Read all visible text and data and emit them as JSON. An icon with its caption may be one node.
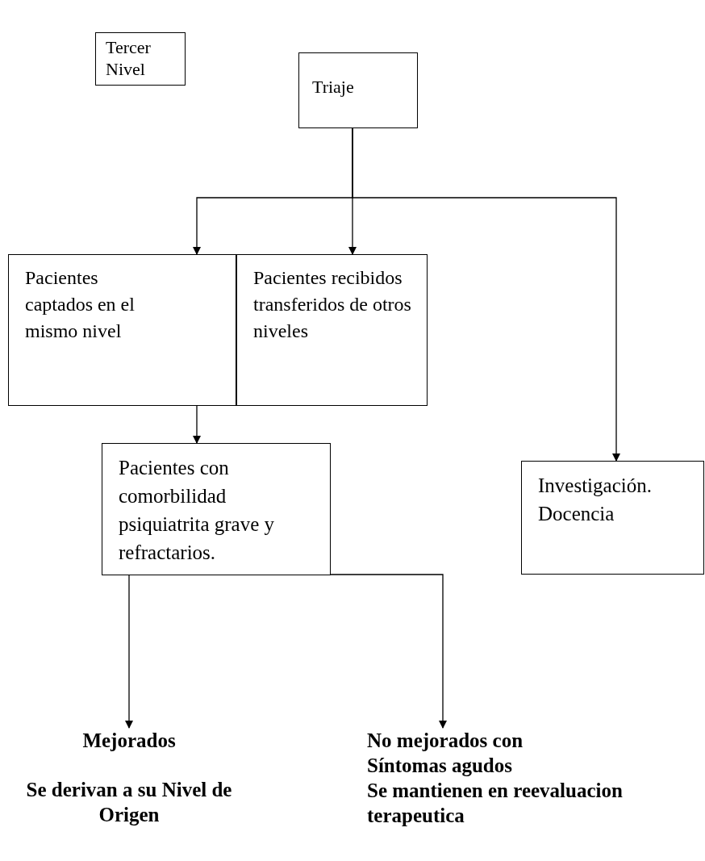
{
  "diagram": {
    "nodes": [
      {
        "text": [
          "Tercer Nivel"
        ]
      },
      {
        "text": [
          "Triaje"
        ]
      },
      {
        "text": [
          "Pacientes captados en el mismo nivel"
        ]
      },
      {
        "text": [
          "Pacientes recibidos transferidos de otros niveles"
        ]
      },
      {
        "text": [
          "Pacientes con comorbilidad psiquiatrita grave y refractarios."
        ]
      },
      {
        "text": [
          "Investigación. Docencia"
        ]
      },
      {
        "text": [
          "Mejorados",
          "Se derivan a su Nivel de Origen"
        ]
      },
      {
        "text": [
          "No mejorados con Síntomas agudos",
          "Se mantienen en reevaluacion terapeutica"
        ]
      }
    ],
    "edges": [
      {
        "from": 1,
        "to": 2,
        "arrow": "to"
      },
      {
        "from": 1,
        "to": 3,
        "arrow": "to"
      },
      {
        "from": 1,
        "to": 5,
        "arrow": "to"
      },
      {
        "from": 2,
        "to": 4,
        "arrow": "to"
      },
      {
        "from": 4,
        "to": 6,
        "arrow": "to"
      },
      {
        "from": 4,
        "to": 7,
        "arrow": "to"
      }
    ]
  }
}
